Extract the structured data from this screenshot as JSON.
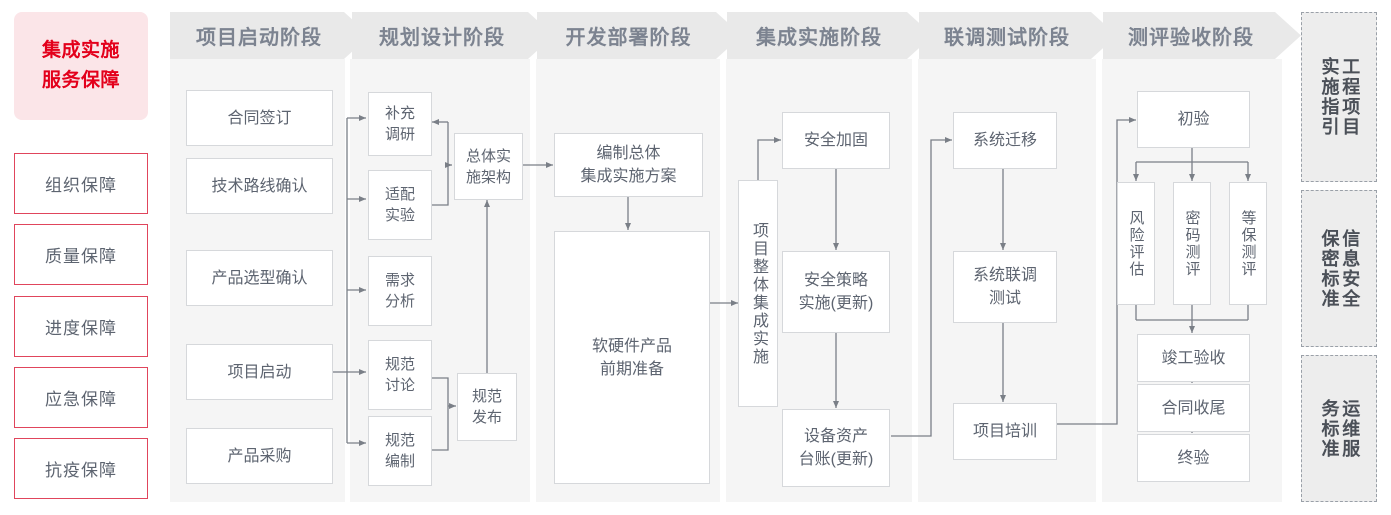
{
  "colors": {
    "brand_red": "#e3001b",
    "guarantee_border": "#e0455c",
    "guarantee_fill": "#fbe5e8",
    "phase_header_bg": "#e9e9e9",
    "phase_header_text": "#7c8390",
    "phase_body_bg": "#f5f5f5",
    "node_border": "#d6d8db",
    "node_text": "#5d6470",
    "connector": "#7a7f87",
    "standard_bg": "#ededed",
    "standard_border": "#9aa0a8"
  },
  "guarantee": {
    "title_line1": "集成实施",
    "title_line2": "服务保障",
    "items": [
      {
        "label": "组织保障"
      },
      {
        "label": "质量保障"
      },
      {
        "label": "进度保障"
      },
      {
        "label": "应急保障"
      },
      {
        "label": "抗疫保障"
      }
    ]
  },
  "phases": [
    {
      "id": "startup",
      "header": "项目启动阶段",
      "nodes": [
        {
          "label": "合同签订"
        },
        {
          "label": "技术路线确认"
        },
        {
          "label": "产品选型确认"
        },
        {
          "label": "项目启动"
        },
        {
          "label": "产品采购"
        }
      ]
    },
    {
      "id": "planning",
      "header": "规划设计阶段",
      "nodes": [
        {
          "label": "补充\n调研"
        },
        {
          "label": "适配\n实验"
        },
        {
          "label": "需求\n分析"
        },
        {
          "label": "规范\n讨论"
        },
        {
          "label": "规范\n编制"
        },
        {
          "label": "总体实\n施架构"
        },
        {
          "label": "规范\n发布"
        }
      ]
    },
    {
      "id": "develop",
      "header": "开发部署阶段",
      "nodes": [
        {
          "label": "编制总体\n集成实施方案"
        },
        {
          "label": "软硬件产品\n前期准备"
        }
      ]
    },
    {
      "id": "integration",
      "header": "集成实施阶段",
      "nodes": [
        {
          "label": "项目整体集成实施"
        },
        {
          "label": "安全加固"
        },
        {
          "label": "安全策略\n实施(更新)"
        },
        {
          "label": "设备资产\n台账(更新)"
        }
      ]
    },
    {
      "id": "testing",
      "header": "联调测试阶段",
      "nodes": [
        {
          "label": "系统迁移"
        },
        {
          "label": "系统联调\n测试"
        },
        {
          "label": "项目培训"
        }
      ]
    },
    {
      "id": "acceptance",
      "header": "测评验收阶段",
      "nodes": [
        {
          "label": "初验"
        },
        {
          "label": "风险评估"
        },
        {
          "label": "密码测评"
        },
        {
          "label": "等保测评"
        },
        {
          "label": "竣工验收"
        },
        {
          "label": "合同收尾"
        },
        {
          "label": "终验"
        }
      ]
    }
  ],
  "standards": [
    {
      "label": "工程项目实施指引"
    },
    {
      "label": "信息安全保密标准"
    },
    {
      "label": "运维服务标准"
    }
  ]
}
